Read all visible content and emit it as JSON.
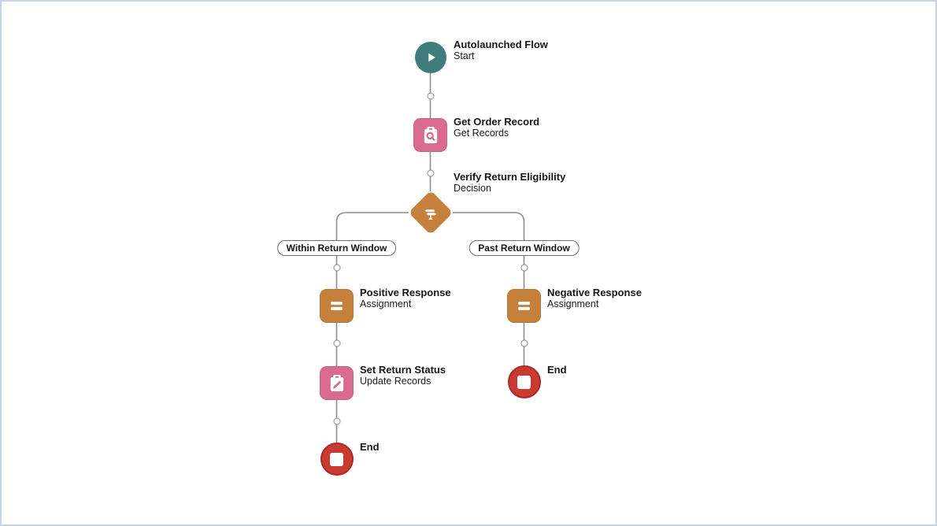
{
  "colors": {
    "teal": "#3E7D7B",
    "pink": "#D96B8E",
    "orange": "#C5813C",
    "red": "#C93A31",
    "gray": "#8E8E8E"
  },
  "icons": {
    "start": "play-icon",
    "get_records": "clipboard-search-icon",
    "decision": "signpost-icon",
    "assignment": "equals-icon",
    "update_records": "clipboard-edit-icon",
    "end": "stop-square-icon",
    "connector_node": "circle-node-icon"
  },
  "flow": {
    "start": {
      "title": "Autolaunched Flow",
      "subtitle": "Start"
    },
    "get_records": {
      "title": "Get Order Record",
      "subtitle": "Get Records"
    },
    "decision": {
      "title": "Verify Return Eligibility",
      "subtitle": "Decision"
    },
    "branch_left": {
      "label": "Within Return Window"
    },
    "branch_right": {
      "label": "Past Return Window"
    },
    "assignment_left": {
      "title": "Positive Response",
      "subtitle": "Assignment"
    },
    "update_records": {
      "title": "Set Return Status",
      "subtitle": "Update Records"
    },
    "end_left": {
      "title": "End"
    },
    "assignment_right": {
      "title": "Negative Response",
      "subtitle": "Assignment"
    },
    "end_right": {
      "title": "End"
    }
  }
}
